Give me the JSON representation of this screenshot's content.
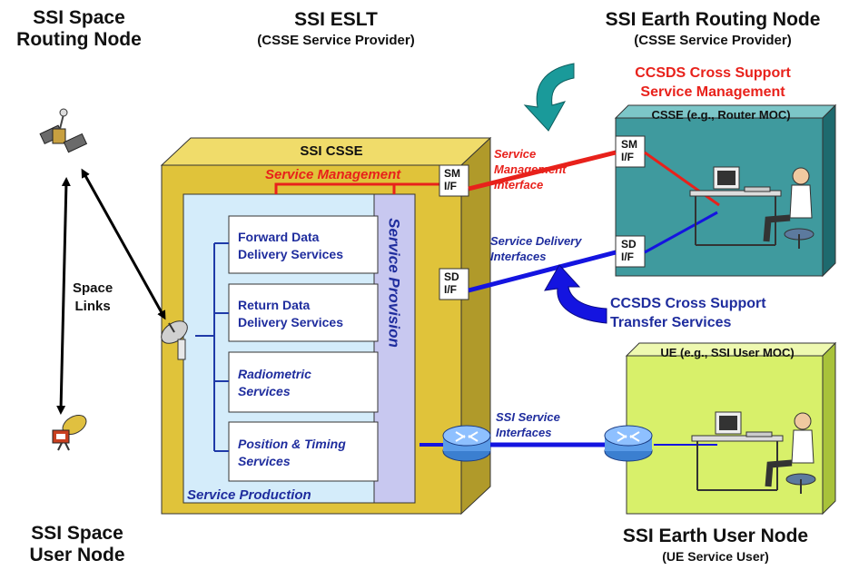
{
  "nodes": {
    "space_routing": {
      "line1": "SSI Space",
      "line2": "Routing Node"
    },
    "eslt": {
      "title": "SSI ESLT",
      "subtitle": "(CSSE Service Provider)"
    },
    "earth_routing": {
      "title": "SSI Earth Routing Node",
      "subtitle": "(CSSE Service Provider)"
    },
    "space_user": {
      "line1": "SSI Space",
      "line2": "User Node"
    },
    "earth_user": {
      "title": "SSI Earth User Node",
      "subtitle": "(UE Service User)"
    }
  },
  "csse_box": {
    "title": "SSI CSSE",
    "service_management": "Service Management",
    "service_provision": "Service Provision",
    "service_production": "Service Production",
    "services": [
      {
        "line1": "Forward Data",
        "line2": "Delivery Services"
      },
      {
        "line1": "Return Data",
        "line2": "Delivery Services"
      },
      {
        "line1": "Radiometric",
        "line2": "Services"
      },
      {
        "line1": "Position & Timing",
        "line2": "Services"
      }
    ],
    "sm_if": {
      "line1": "SM",
      "line2": "I/F"
    },
    "sd_if": {
      "line1": "SD",
      "line2": "I/F"
    }
  },
  "router_moc": {
    "title": "CSSE (e.g., Router MOC)",
    "sm_if": {
      "line1": "SM",
      "line2": "I/F"
    },
    "sd_if": {
      "line1": "SD",
      "line2": "I/F"
    }
  },
  "user_moc": {
    "title": "UE (e.g., SSI User MOC)"
  },
  "labels": {
    "space_links": {
      "line1": "Space",
      "line2": "Links"
    },
    "ccsds_mgmt": {
      "line1": "CCSDS Cross Support",
      "line2": "Service Management"
    },
    "ccsds_transfer": {
      "line1": "CCSDS Cross Support",
      "line2": "Transfer Services"
    },
    "sm_interface": {
      "line1": "Service",
      "line2": "Management",
      "line3": "Interface"
    },
    "sd_interfaces": {
      "line1": "Service Delivery",
      "line2": "Interfaces"
    },
    "ssi_interfaces": {
      "line1": "SSI Service",
      "line2": "Interfaces"
    }
  },
  "colors": {
    "red": "#e8211b",
    "blue": "#1f2d9e",
    "line_blue": "#1414e0",
    "csse_gold": "#e0c33a",
    "router_teal": "#3f9a9e",
    "user_green": "#d8f06a",
    "teal_arrow": "#1a9a9a"
  }
}
